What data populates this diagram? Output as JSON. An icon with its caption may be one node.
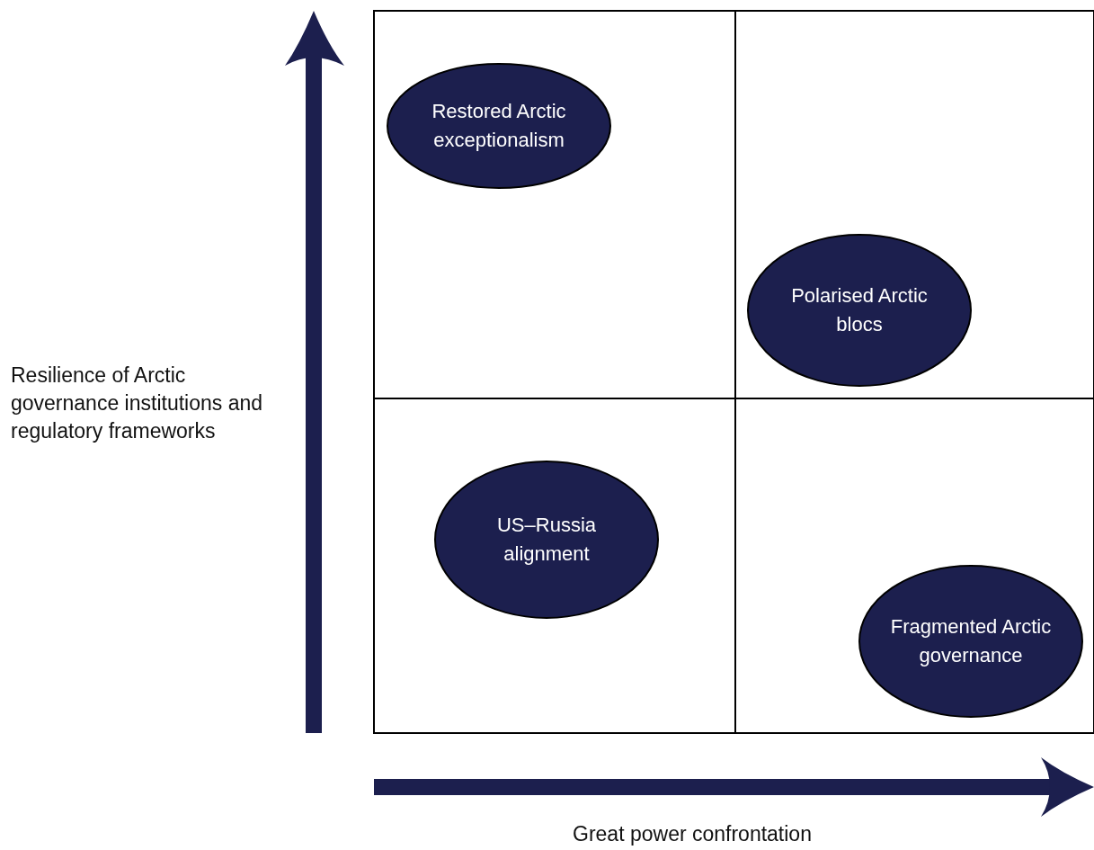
{
  "diagram": {
    "nodes": [
      {
        "text": [
          "Restored Arctic exceptionalism"
        ]
      },
      {
        "text": [
          "Polarised Arctic blocs"
        ]
      },
      {
        "text": [
          "US–Russia alignment"
        ]
      },
      {
        "text": [
          "Fragmented Arctic governance"
        ]
      }
    ],
    "edges": [],
    "labels": [
      "Resilience of Arctic governance institutions and regulatory frameworks",
      "Great power confrontation"
    ]
  }
}
